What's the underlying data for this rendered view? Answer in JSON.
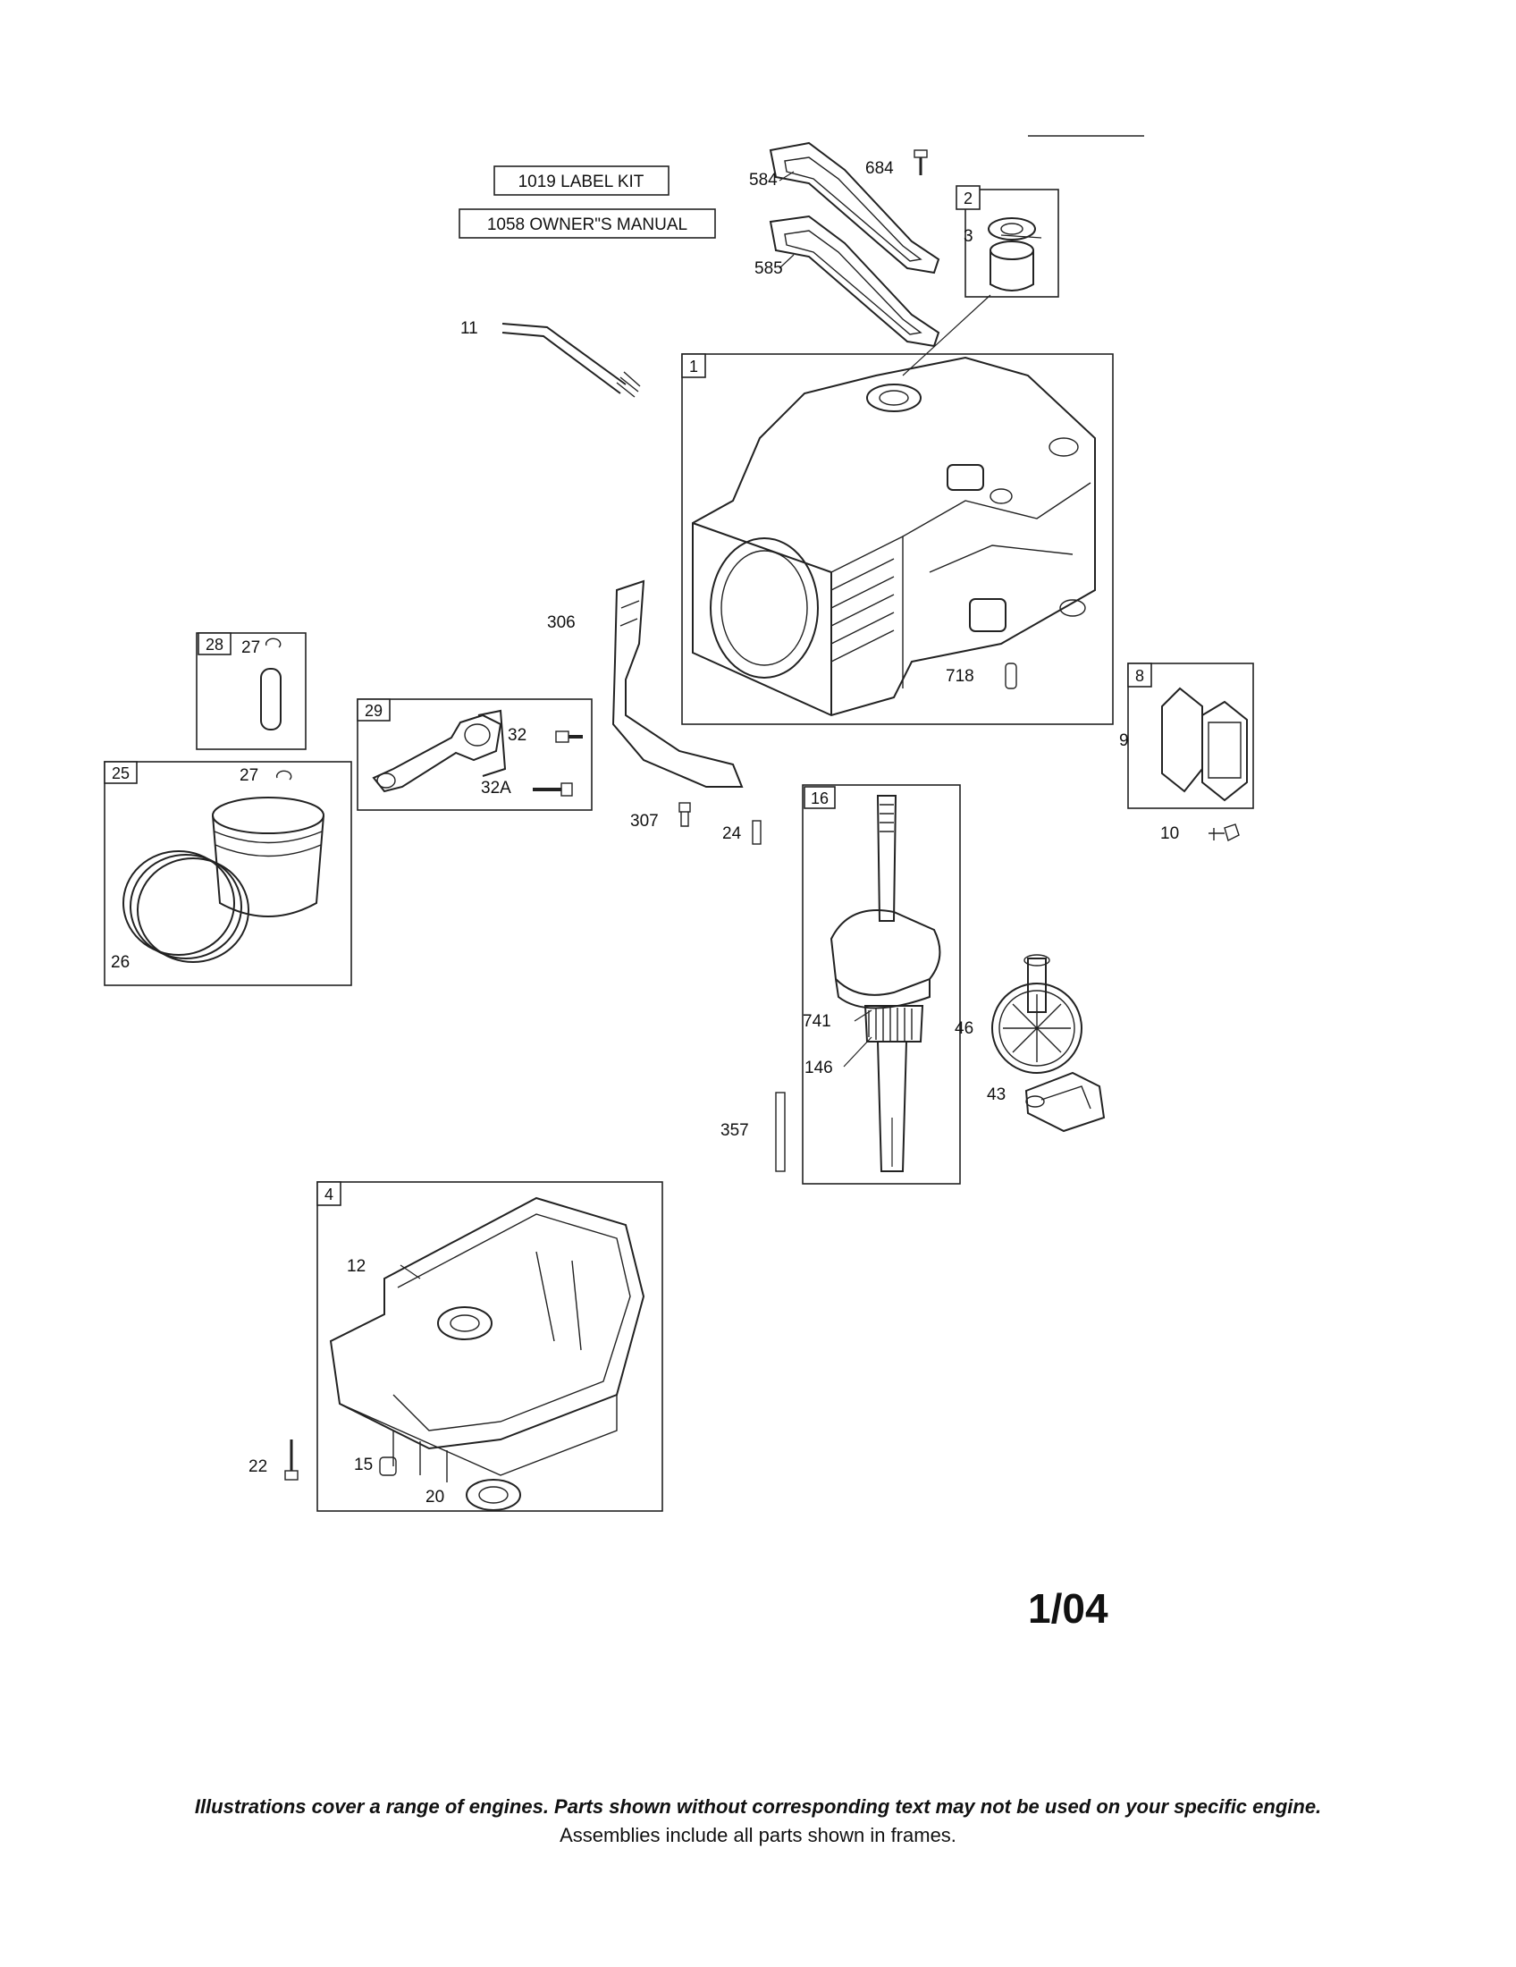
{
  "kits": {
    "label_kit": "1019 LABEL KIT",
    "owners_manual": "1058 OWNER\"S MANUAL"
  },
  "frames": {
    "f1": "1",
    "f2": "2",
    "f4": "4",
    "f8": "8",
    "f16": "16",
    "f25": "25",
    "f28": "28",
    "f29": "29"
  },
  "callouts": {
    "c3": "3",
    "c9": "9",
    "c10": "10",
    "c11": "11",
    "c12": "12",
    "c15": "15",
    "c20": "20",
    "c22": "22",
    "c24": "24",
    "c26": "26",
    "c27a": "27",
    "c27b": "27",
    "c32": "32",
    "c32a": "32A",
    "c43": "43",
    "c46": "46",
    "c146": "146",
    "c306": "306",
    "c307": "307",
    "c357": "357",
    "c584": "584",
    "c585": "585",
    "c684": "684",
    "c718": "718",
    "c741": "741"
  },
  "date_code": "1/04",
  "footer": {
    "note": "Illustrations cover a range of engines. Parts shown without corresponding text may not be used on your specific engine.",
    "assemblies": "Assemblies include all parts shown in frames."
  }
}
